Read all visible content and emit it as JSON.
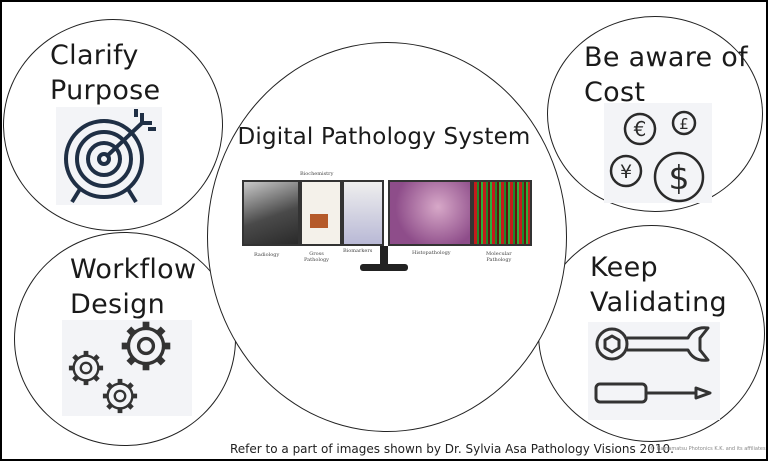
{
  "slide": {
    "clarify": "Clarify\nPurpose",
    "cost": "Be aware of\nCost",
    "workflow": "Workflow\nDesign",
    "validating": "Keep\nValidating",
    "center_title": "Digital Pathology System",
    "caption": "Refer to a part of images shown by Dr. Sylvia Asa Pathology Visions 2010.",
    "copyright": "© Hamamatsu Photonics K.K. and its affiliates",
    "screen_labels": {
      "radiology": "Radiology",
      "biochemistry": "Biochemistry",
      "gross": "Gross\nPathology",
      "biomarkers": "Biomarkers",
      "histopathology": "Histopathology",
      "molecular": "Molecular\nPathology"
    },
    "currency": {
      "euro": "€",
      "pound": "£",
      "yen": "¥",
      "dollar": "$"
    }
  }
}
